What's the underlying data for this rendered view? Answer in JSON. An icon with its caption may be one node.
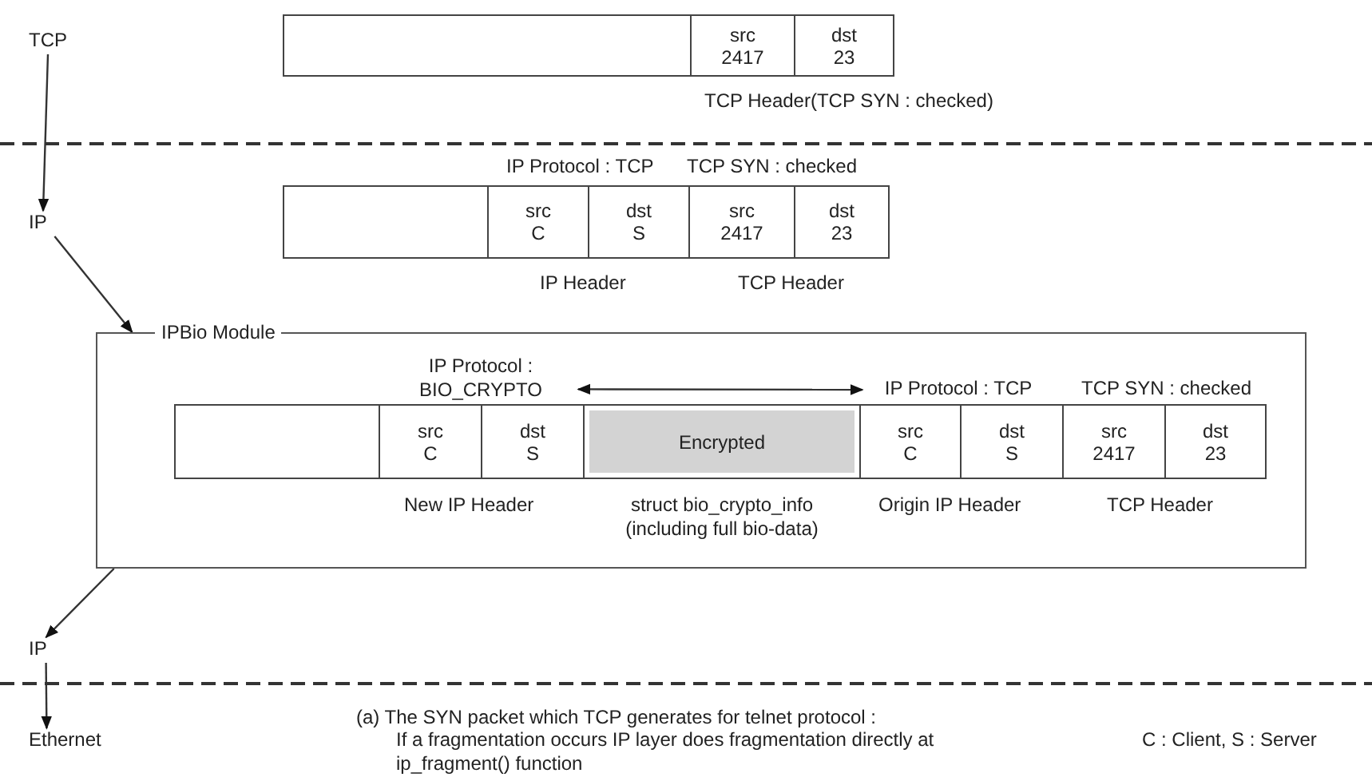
{
  "diagram": {
    "nodes": [
      {
        "text": [
          "TCP"
        ]
      },
      {
        "text": [],
        "shape": "box"
      },
      {
        "text": [
          "src 2417"
        ]
      },
      {
        "text": [
          "dst 23"
        ]
      },
      {
        "text": [
          "IP"
        ]
      },
      {
        "text": [],
        "shape": "box"
      },
      {
        "text": [
          "src C"
        ]
      },
      {
        "text": [
          "dst S"
        ]
      },
      {
        "text": [
          "src 2417"
        ]
      },
      {
        "text": [
          "dst 23"
        ]
      },
      {
        "text": [
          "IPBio Module"
        ]
      },
      {
        "text": [],
        "shape": "box",
        "in": 10
      },
      {
        "text": [
          "src C"
        ],
        "in": 10
      },
      {
        "text": [
          "dst S"
        ],
        "in": 10
      },
      {
        "text": [
          "Encrypted"
        ],
        "in": 10
      },
      {
        "text": [
          "src C"
        ],
        "in": 10
      },
      {
        "text": [
          "dst S"
        ],
        "in": 10
      },
      {
        "text": [
          "src 2417"
        ],
        "in": 10
      },
      {
        "text": [
          "dst 23"
        ],
        "in": 10
      },
      {
        "text": [
          "IP Protocol : BIO_CRYPTO"
        ],
        "in": 10
      },
      {
        "text": [
          "IP Protocol : TCP"
        ],
        "in": 10
      },
      {
        "text": [
          "IP"
        ]
      },
      {
        "text": [
          "Ethernet"
        ]
      }
    ],
    "edges": [
      {
        "from": 0,
        "to": 4,
        "arrow": "to"
      },
      {
        "from": 4,
        "to": 10,
        "arrow": "to"
      },
      {
        "from": 10,
        "to": 21,
        "arrow": "to"
      },
      {
        "from": 21,
        "to": 22,
        "arrow": "to"
      },
      {
        "from": 19,
        "to": 20,
        "arrow": "both"
      }
    ],
    "labels": [
      "TCP Header(TCP SYN : checked)",
      "IP Protocol : TCP",
      "TCP SYN : checked",
      "IP Header",
      "TCP Header",
      "TCP SYN : checked",
      "New IP Header",
      "struct bio_crypto_info (including full bio-data)",
      "Origin IP Header",
      "TCP Header",
      "(a) The SYN packet which TCP generates for telnet protocol :",
      "If a fragmentation occurs IP layer does fragmentation directly at ip_fragment() function",
      "C : Client, S : Server"
    ]
  }
}
